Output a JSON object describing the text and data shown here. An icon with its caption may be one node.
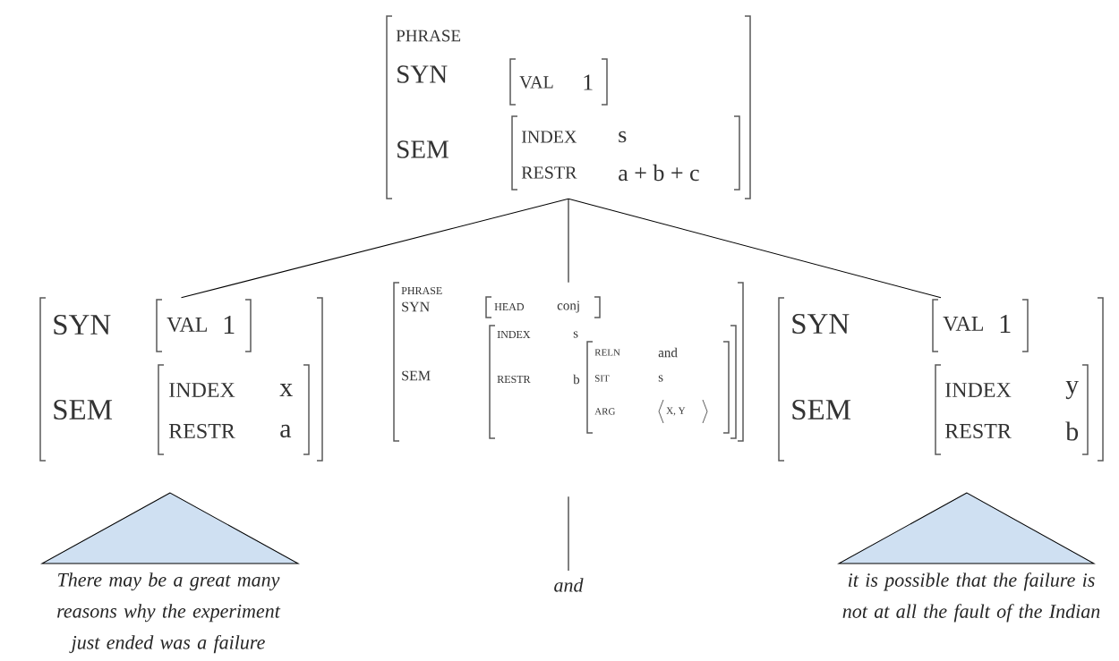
{
  "diagram": {
    "nodes": [
      {
        "text": [
          "PHRASE",
          "SYN",
          "SEM"
        ]
      },
      {
        "text": [
          "VAL",
          "1"
        ],
        "in": 0
      },
      {
        "text": [
          "INDEX",
          "s",
          "RESTR",
          "a + b + c"
        ],
        "in": 0
      },
      {
        "text": [
          "SYN",
          "SEM"
        ]
      },
      {
        "text": [
          "VAL",
          "1"
        ],
        "in": 3
      },
      {
        "text": [
          "INDEX",
          "x",
          "RESTR",
          "a"
        ],
        "in": 3
      },
      {
        "text": [
          "PHRASE",
          "SYN",
          "SEM"
        ]
      },
      {
        "text": [
          "HEAD",
          "conj"
        ],
        "in": 6
      },
      {
        "text": [
          "INDEX",
          "s",
          "RESTR",
          "b"
        ],
        "in": 6
      },
      {
        "text": [
          "RELN",
          "and",
          "SIT",
          "s",
          "ARG",
          "X, Y"
        ],
        "in": 8
      },
      {
        "text": [
          "SYN",
          "SEM"
        ]
      },
      {
        "text": [
          "VAL",
          "1"
        ],
        "in": 10
      },
      {
        "text": [
          "INDEX",
          "y",
          "RESTR",
          "b"
        ],
        "in": 10
      },
      {
        "text": [],
        "shape": "triangle",
        "beside": [
          "There may be a great many reasons why the experiment just ended was a failure"
        ]
      },
      {
        "text": [
          "and"
        ]
      },
      {
        "text": [],
        "shape": "triangle",
        "beside": [
          "it is possible that the failure is not at all the fault of the Indian"
        ]
      }
    ],
    "edges": [
      {
        "from": 0,
        "to": 3,
        "arrow": "none"
      },
      {
        "from": 0,
        "to": 6,
        "arrow": "none"
      },
      {
        "from": 0,
        "to": 10,
        "arrow": "none"
      },
      {
        "from": 6,
        "to": 14,
        "arrow": "none"
      }
    ]
  }
}
